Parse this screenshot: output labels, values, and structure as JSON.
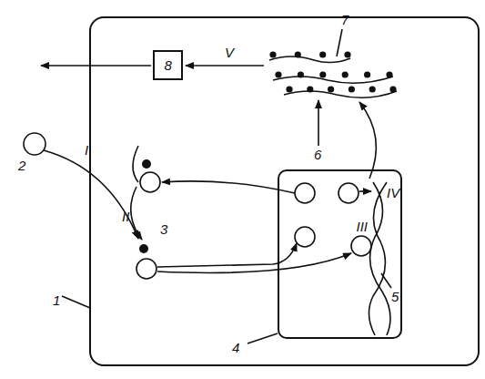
{
  "diagram": {
    "nodes": [
      {
        "text": [
          "1"
        ]
      },
      {
        "text": [
          "4"
        ],
        "in": 0
      },
      {
        "text": [
          "8"
        ],
        "in": 0
      }
    ],
    "labels": [
      "2",
      "I",
      "II",
      "3",
      "III",
      "5",
      "IV",
      "6",
      "7",
      "V"
    ]
  }
}
